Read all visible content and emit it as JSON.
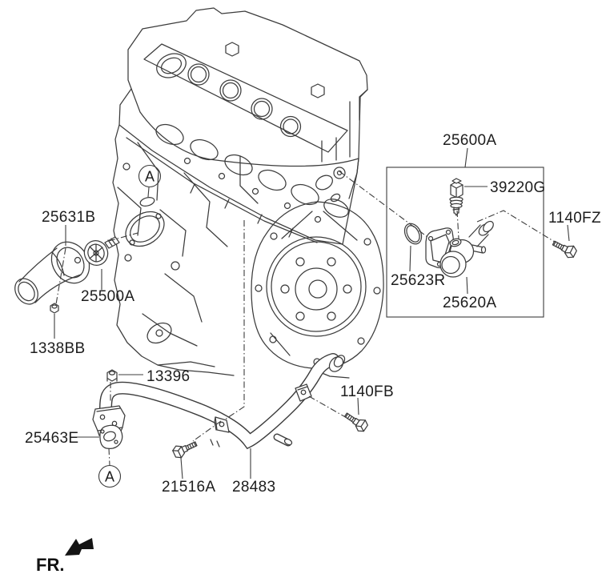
{
  "colors": {
    "background": "#ffffff",
    "line_art": "#3c3c3c",
    "label_text": "#1d1d1d"
  },
  "callouts": [
    {
      "text": "25631B"
    },
    {
      "text": "25500A"
    },
    {
      "text": "1338BB"
    },
    {
      "text": "13396"
    },
    {
      "text": "25463E"
    },
    {
      "text": "21516A"
    },
    {
      "text": "28483"
    },
    {
      "text": "1140FB"
    },
    {
      "text": "25600A"
    },
    {
      "text": "39220G"
    },
    {
      "text": "1140FZ"
    },
    {
      "text": "25623R"
    },
    {
      "text": "25620A"
    }
  ],
  "view_markers": [
    {
      "letter": "A"
    },
    {
      "letter": "A"
    }
  ],
  "direction_indicator": {
    "label": "FR."
  }
}
